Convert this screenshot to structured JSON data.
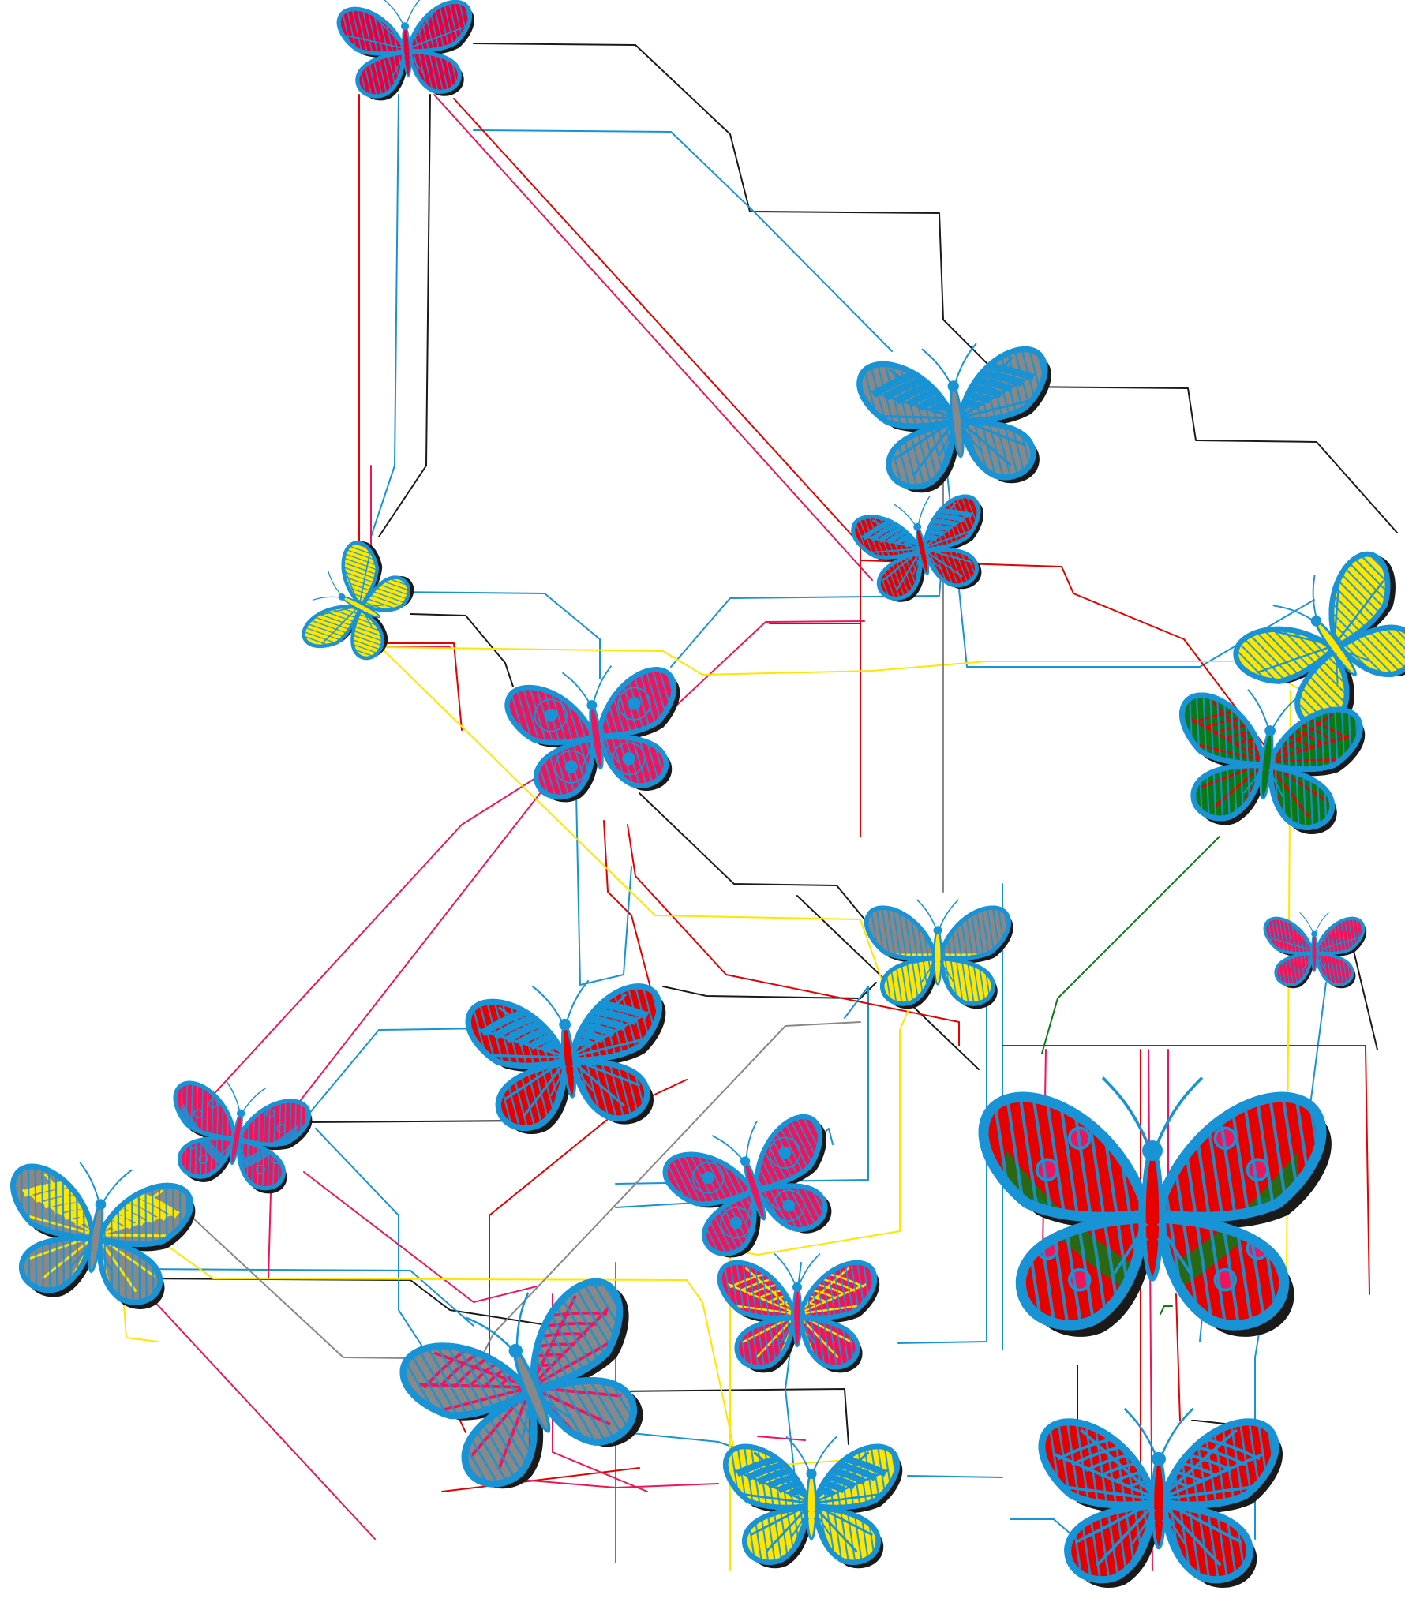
{
  "palette": {
    "blue": "#1793d6",
    "black": "#1a1a1a",
    "red": "#e60000",
    "pink": "#f0145a",
    "yellow": "#ffe600",
    "grey": "#888888",
    "green": "#0b7a16"
  },
  "butterflies": [
    {
      "id": "b01",
      "icon": "butterfly-icon",
      "primary": "#e8003c",
      "secondary": "#1793d6",
      "pattern": "solid"
    },
    {
      "id": "b02",
      "icon": "butterfly-icon",
      "primary": "#888888",
      "secondary": "#1793d6",
      "pattern": "bands"
    },
    {
      "id": "b03",
      "icon": "butterfly-icon",
      "primary": "#e60000",
      "secondary": "#1793d6",
      "pattern": "bands"
    },
    {
      "id": "b04",
      "icon": "butterfly-icon",
      "primary": "#ffe600",
      "secondary": "#1793d6",
      "pattern": "solid"
    },
    {
      "id": "b05",
      "icon": "butterfly-icon",
      "primary": "#ffe600",
      "secondary": "#1793d6",
      "pattern": "solid"
    },
    {
      "id": "b06",
      "icon": "butterfly-icon",
      "primary": "#f0145a",
      "secondary": "#1793d6",
      "pattern": "eyes"
    },
    {
      "id": "b07",
      "icon": "butterfly-icon",
      "primary": "#0b7a16",
      "secondary": "#e60000",
      "pattern": "veins"
    },
    {
      "id": "b08",
      "icon": "butterfly-icon",
      "primary": "#ffe600",
      "secondary": "#888888",
      "pattern": "split"
    },
    {
      "id": "b09",
      "icon": "butterfly-icon",
      "primary": "#f0145a",
      "secondary": "#1793d6",
      "pattern": "small"
    },
    {
      "id": "b10",
      "icon": "butterfly-icon",
      "primary": "#e60000",
      "secondary": "#1793d6",
      "pattern": "bands"
    },
    {
      "id": "b11",
      "icon": "butterfly-icon",
      "primary": "#f0145a",
      "secondary": "#1793d6",
      "pattern": "spots"
    },
    {
      "id": "b12",
      "icon": "butterfly-icon",
      "primary": "#888888",
      "secondary": "#ffe600",
      "pattern": "bands"
    },
    {
      "id": "b13",
      "icon": "butterfly-icon",
      "primary": "#e60000",
      "secondary": "#0b7a16",
      "pattern": "spots"
    },
    {
      "id": "b14",
      "icon": "butterfly-icon",
      "primary": "#f0145a",
      "secondary": "#1793d6",
      "pattern": "eyes"
    },
    {
      "id": "b15",
      "icon": "butterfly-icon",
      "primary": "#f0145a",
      "secondary": "#ffe600",
      "pattern": "veins"
    },
    {
      "id": "b16",
      "icon": "butterfly-icon",
      "primary": "#888888",
      "secondary": "#f0145a",
      "pattern": "veins"
    },
    {
      "id": "b17",
      "icon": "butterfly-icon",
      "primary": "#ffe600",
      "secondary": "#1793d6",
      "pattern": "bands"
    },
    {
      "id": "b18",
      "icon": "butterfly-icon",
      "primary": "#e60000",
      "secondary": "#1793d6",
      "pattern": "lace"
    }
  ],
  "wires": [
    {
      "color": "#1a1a1a"
    },
    {
      "color": "#1793d6"
    },
    {
      "color": "#e60000"
    },
    {
      "color": "#f0145a"
    },
    {
      "color": "#ffe600"
    },
    {
      "color": "#888888"
    },
    {
      "color": "#0b7a16"
    }
  ]
}
